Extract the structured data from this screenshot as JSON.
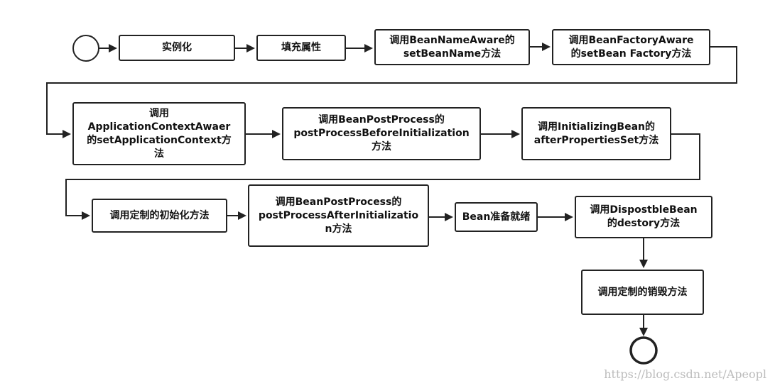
{
  "diagram": {
    "nodes": [
      {
        "id": "instantiate",
        "label": "实例化"
      },
      {
        "id": "populate",
        "label": "填充属性"
      },
      {
        "id": "set-bean-name",
        "label": "调用BeanNameAware的\nsetBeanName方法"
      },
      {
        "id": "set-bean-factory",
        "label": "调用BeanFactoryAware\n的setBean Factory方法"
      },
      {
        "id": "set-app-context",
        "label": "调用\nApplicationContextAwaer\n的setApplicationContext方\n法"
      },
      {
        "id": "before-init",
        "label": "调用BeanPostProcess的\npostProcessBeforeInitialization\n方法"
      },
      {
        "id": "after-properties-set",
        "label": "调用InitializingBean的\nafterPropertiesSet方法"
      },
      {
        "id": "custom-init",
        "label": "调用定制的初始化方法"
      },
      {
        "id": "after-init",
        "label": "调用BeanPostProcess的\npostProcessAfterInitializatio\nn方法"
      },
      {
        "id": "bean-ready",
        "label": "Bean准备就绪"
      },
      {
        "id": "disposable-bean",
        "label": "调用DispostbleBean\n的destory方法"
      },
      {
        "id": "custom-destroy",
        "label": "调用定制的销毁方法"
      }
    ]
  },
  "watermark": "https://blog.csdn.net/Apeopl"
}
